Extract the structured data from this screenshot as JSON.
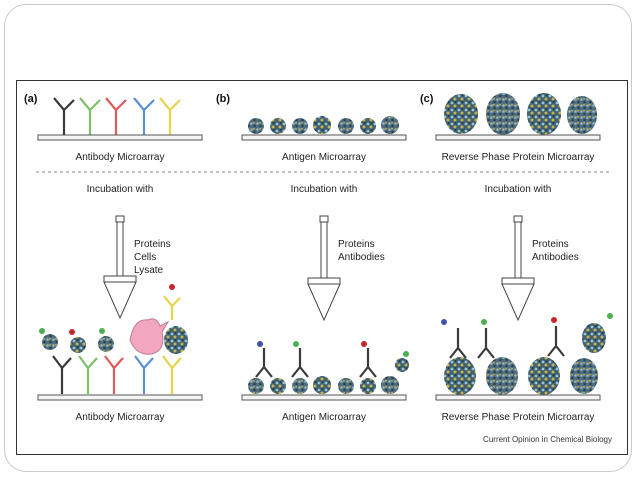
{
  "panels": [
    {
      "letter": "(a)",
      "top_label": "Antibody Microarray",
      "incubation": "Incubation with",
      "items": [
        "Proteins",
        "Cells",
        "Lysate"
      ],
      "bottom_label": "Antibody Microarray"
    },
    {
      "letter": "(b)",
      "top_label": "Antigen Microarray",
      "incubation": "Incubation with",
      "items": [
        "Proteins",
        "Antibodies"
      ],
      "bottom_label": "Antigen Microarray"
    },
    {
      "letter": "(c)",
      "top_label": "Reverse Phase Protein Microarray",
      "incubation": "Incubation with",
      "items": [
        "Proteins",
        "Antibodies"
      ],
      "bottom_label": "Reverse Phase Protein Microarray"
    }
  ],
  "credit": "Current Opinion in Chemical Biology",
  "colors": {
    "antibody_dark": "#3a3a3a",
    "antibody_green": "#7fbf6a",
    "antibody_red": "#e05a5a",
    "antibody_blue": "#5a8fd6",
    "antibody_yellow": "#e8d44a",
    "cell_pink": "#f3a6c0",
    "protein_blob": "#5a7a8c",
    "tag_green": "#4caf50",
    "tag_red": "#c62828",
    "tag_blue": "#3f51b5"
  }
}
